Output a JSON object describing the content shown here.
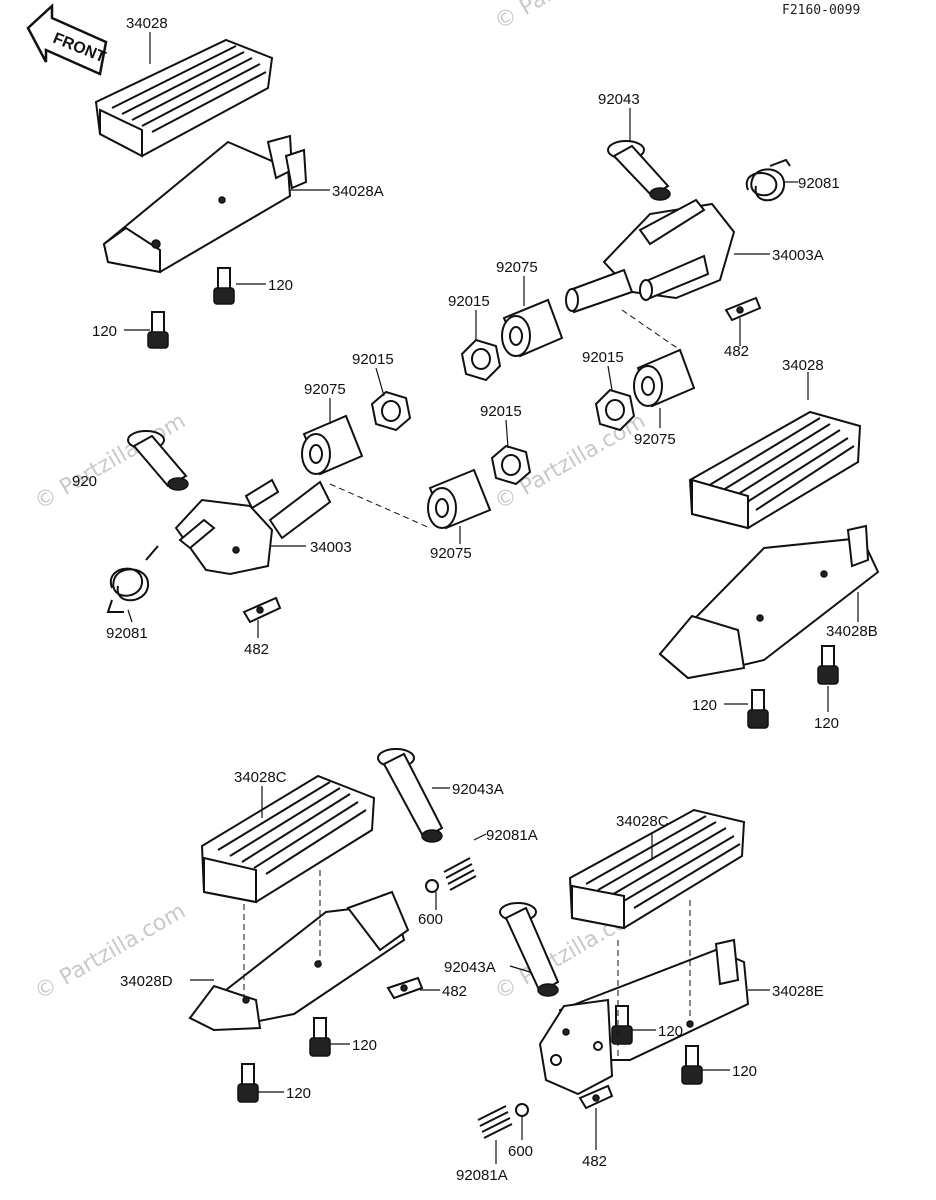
{
  "diagram": {
    "code": "F2160-0099",
    "front_label": "FRONT",
    "watermark": "© Partzilla.com",
    "labels": {
      "p34028_top": "34028",
      "p34028A": "34028A",
      "p120_a": "120",
      "p120_b": "120",
      "p92043": "92043",
      "p92081_r": "92081",
      "p34003A": "34003A",
      "p92075_a": "92075",
      "p92015_a": "92015",
      "p482_r": "482",
      "p34028_r": "34028",
      "p92015_b": "92015",
      "p92075_b": "92075",
      "p92015_c": "92015",
      "p92075_c": "92075",
      "p92015_d": "92015",
      "p92043_l": "920",
      "p34003": "34003",
      "p92075_d": "92075",
      "p92081_l": "92081",
      "p482_l": "482",
      "p34028B": "34028B",
      "p120_c": "120",
      "p120_d": "120",
      "p34028C_l": "34028C",
      "p92043A_l": "92043A",
      "p92081A_l": "92081A",
      "p600_l": "600",
      "p34028D": "34028D",
      "p482_bl": "482",
      "p120_e": "120",
      "p120_f": "120",
      "p34028C_r": "34028C",
      "p92043A_r": "92043A",
      "p34028E": "34028E",
      "p120_g": "120",
      "p120_h": "120",
      "p600_r": "600",
      "p92081A_r": "92081A",
      "p482_br": "482"
    }
  }
}
